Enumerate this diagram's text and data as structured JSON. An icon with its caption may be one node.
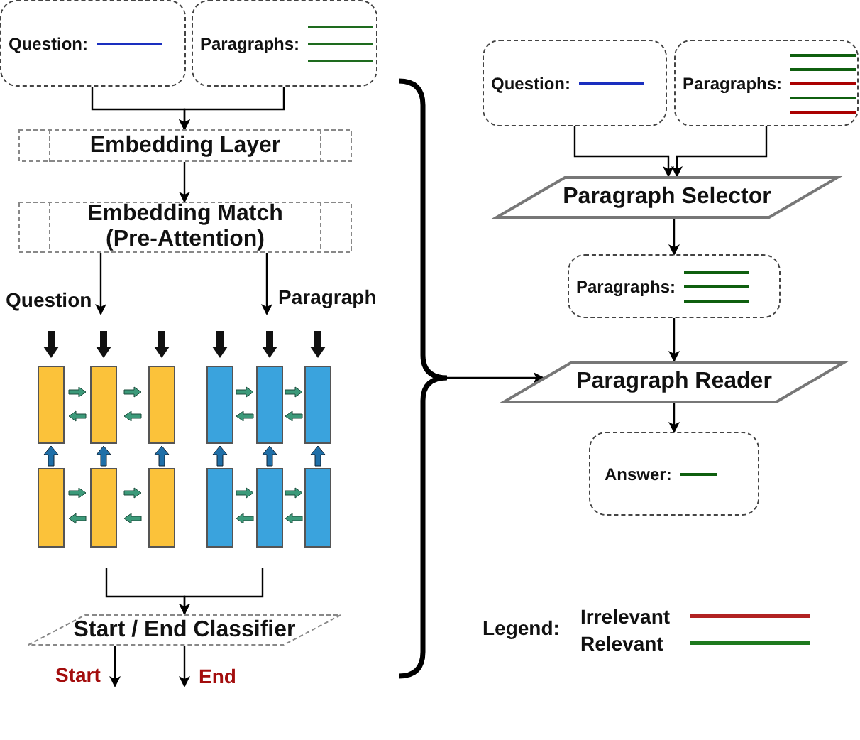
{
  "diagram": {
    "nodes": [
      {
        "text": [
          "Question:"
        ]
      },
      {
        "text": [
          "Paragraphs:"
        ]
      },
      {
        "text": [
          "Embedding Layer"
        ]
      },
      {
        "text": [
          "Embedding Match (Pre-Attention)"
        ]
      },
      {
        "text": [],
        "shape": "picture"
      },
      {
        "text": [],
        "shape": "picture"
      },
      {
        "text": [
          "Start / End Classifier"
        ]
      },
      {
        "text": [
          "Question:"
        ]
      },
      {
        "text": [
          "Paragraphs:"
        ]
      },
      {
        "text": [
          "Paragraph Selector"
        ]
      },
      {
        "text": [
          "Paragraphs:"
        ]
      },
      {
        "text": [
          "Paragraph Reader"
        ]
      },
      {
        "text": [
          "Answer:"
        ]
      },
      {
        "text": [],
        "shape": "brace"
      }
    ],
    "edges": [
      {
        "from": 0,
        "to": 2,
        "arrow": "to"
      },
      {
        "from": 1,
        "to": 2,
        "arrow": "to"
      },
      {
        "from": 2,
        "to": 3,
        "arrow": "to"
      },
      {
        "from": 3,
        "to": 4,
        "arrow": "to",
        "label": "Question"
      },
      {
        "from": 3,
        "to": 5,
        "arrow": "to",
        "label": "Paragraph"
      },
      {
        "from": 4,
        "to": 6,
        "arrow": "to"
      },
      {
        "from": 5,
        "to": 6,
        "arrow": "to"
      },
      {
        "from": 6,
        "to": null,
        "arrow": "to",
        "label": "Start"
      },
      {
        "from": 6,
        "to": null,
        "arrow": "to",
        "label": "End"
      },
      {
        "from": 7,
        "to": 9,
        "arrow": "to"
      },
      {
        "from": 8,
        "to": 9,
        "arrow": "to"
      },
      {
        "from": 9,
        "to": 10,
        "arrow": "to"
      },
      {
        "from": 10,
        "to": 11,
        "arrow": "to"
      },
      {
        "from": 11,
        "to": 12,
        "arrow": "to"
      },
      {
        "from": 13,
        "to": 11,
        "arrow": "to"
      }
    ],
    "labels": [
      "Legend:"
    ],
    "legend": [
      {
        "text": "Irrelevant",
        "color": "#b22222"
      },
      {
        "text": "Relevant",
        "color": "#1e7a1e"
      }
    ]
  }
}
